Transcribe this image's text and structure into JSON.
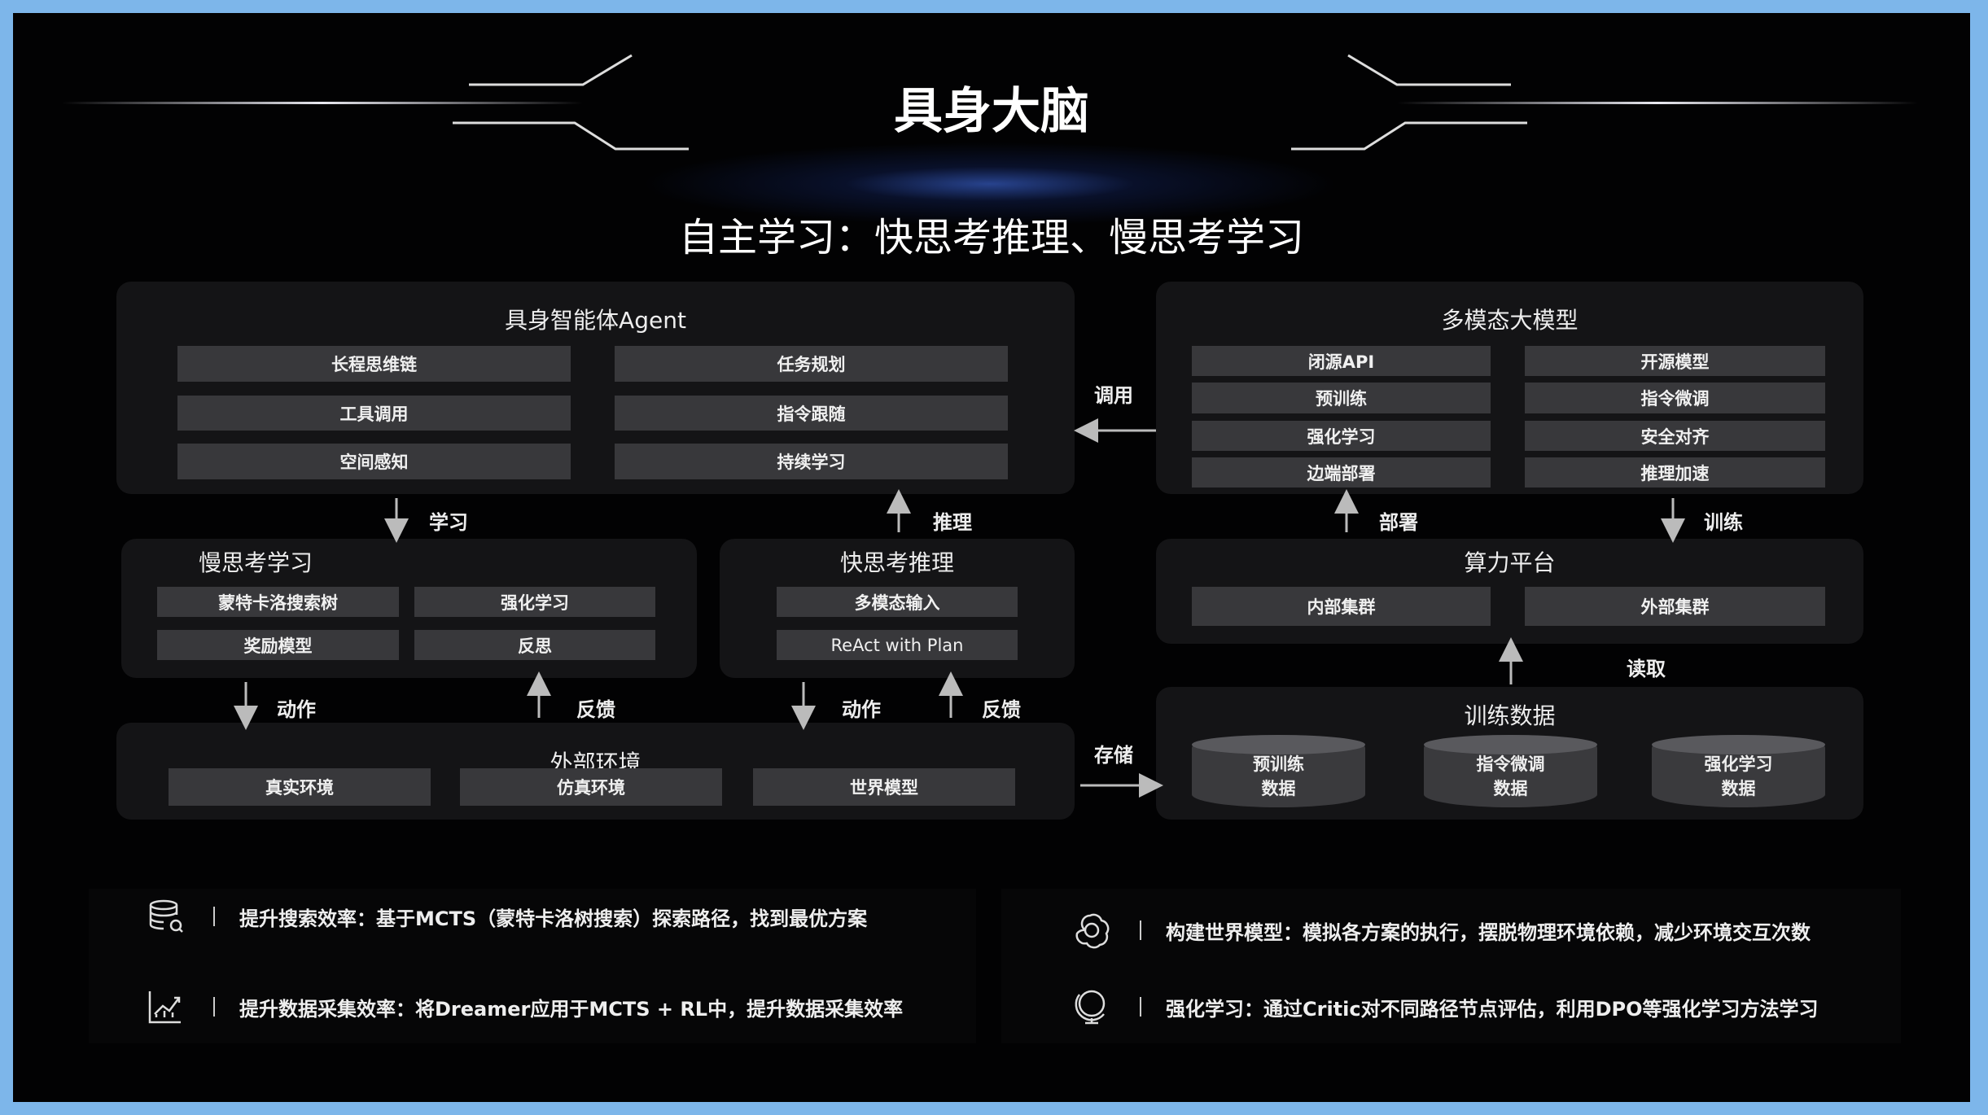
{
  "title": "具身大脑",
  "subtitle": "自主学习：快思考推理、慢思考学习",
  "agent": {
    "title": "具身智能体Agent",
    "items": [
      "长程思维链",
      "任务规划",
      "工具调用",
      "指令跟随",
      "空间感知",
      "持续学习"
    ]
  },
  "mllm": {
    "title": "多模态大模型",
    "items": [
      "闭源API",
      "开源模型",
      "预训练",
      "指令微调",
      "强化学习",
      "安全对齐",
      "边端部署",
      "推理加速"
    ]
  },
  "slow": {
    "title": "慢思考学习",
    "items": [
      "蒙特卡洛搜索树",
      "强化学习",
      "奖励模型",
      "反思"
    ]
  },
  "fast": {
    "title": "快思考推理",
    "items": [
      "多模态输入",
      "ReAct with Plan"
    ]
  },
  "compute": {
    "title": "算力平台",
    "items": [
      "内部集群",
      "外部集群"
    ]
  },
  "env": {
    "title": "外部环境",
    "items": [
      "真实环境",
      "仿真环境",
      "世界模型"
    ]
  },
  "data": {
    "title": "训练数据",
    "items": [
      [
        "预训练",
        "数据"
      ],
      [
        "指令微调",
        "数据"
      ],
      [
        "强化学习",
        "数据"
      ]
    ]
  },
  "arrows": {
    "call": "调用",
    "learn": "学习",
    "infer": "推理",
    "deploy": "部署",
    "train": "训练",
    "act1": "动作",
    "fb1": "反馈",
    "act2": "动作",
    "fb2": "反馈",
    "read": "读取",
    "store": "存储"
  },
  "notes": [
    {
      "icon": "database-icon",
      "text": "提升搜索效率：基于MCTS（蒙特卡洛树搜索）探索路径，找到最优方案"
    },
    {
      "icon": "chart-icon",
      "text": "提升数据采集效率：将Dreamer应用于MCTS + RL中，提升数据采集效率"
    },
    {
      "icon": "openai-knot-icon",
      "text": "构建世界模型：模拟各方案的执行，摆脱物理环境依赖，减少环境交互次数"
    },
    {
      "icon": "globe-icon",
      "text": "强化学习：通过Critic对不同路径节点评估，利用DPO等强化学习方法学习"
    }
  ]
}
